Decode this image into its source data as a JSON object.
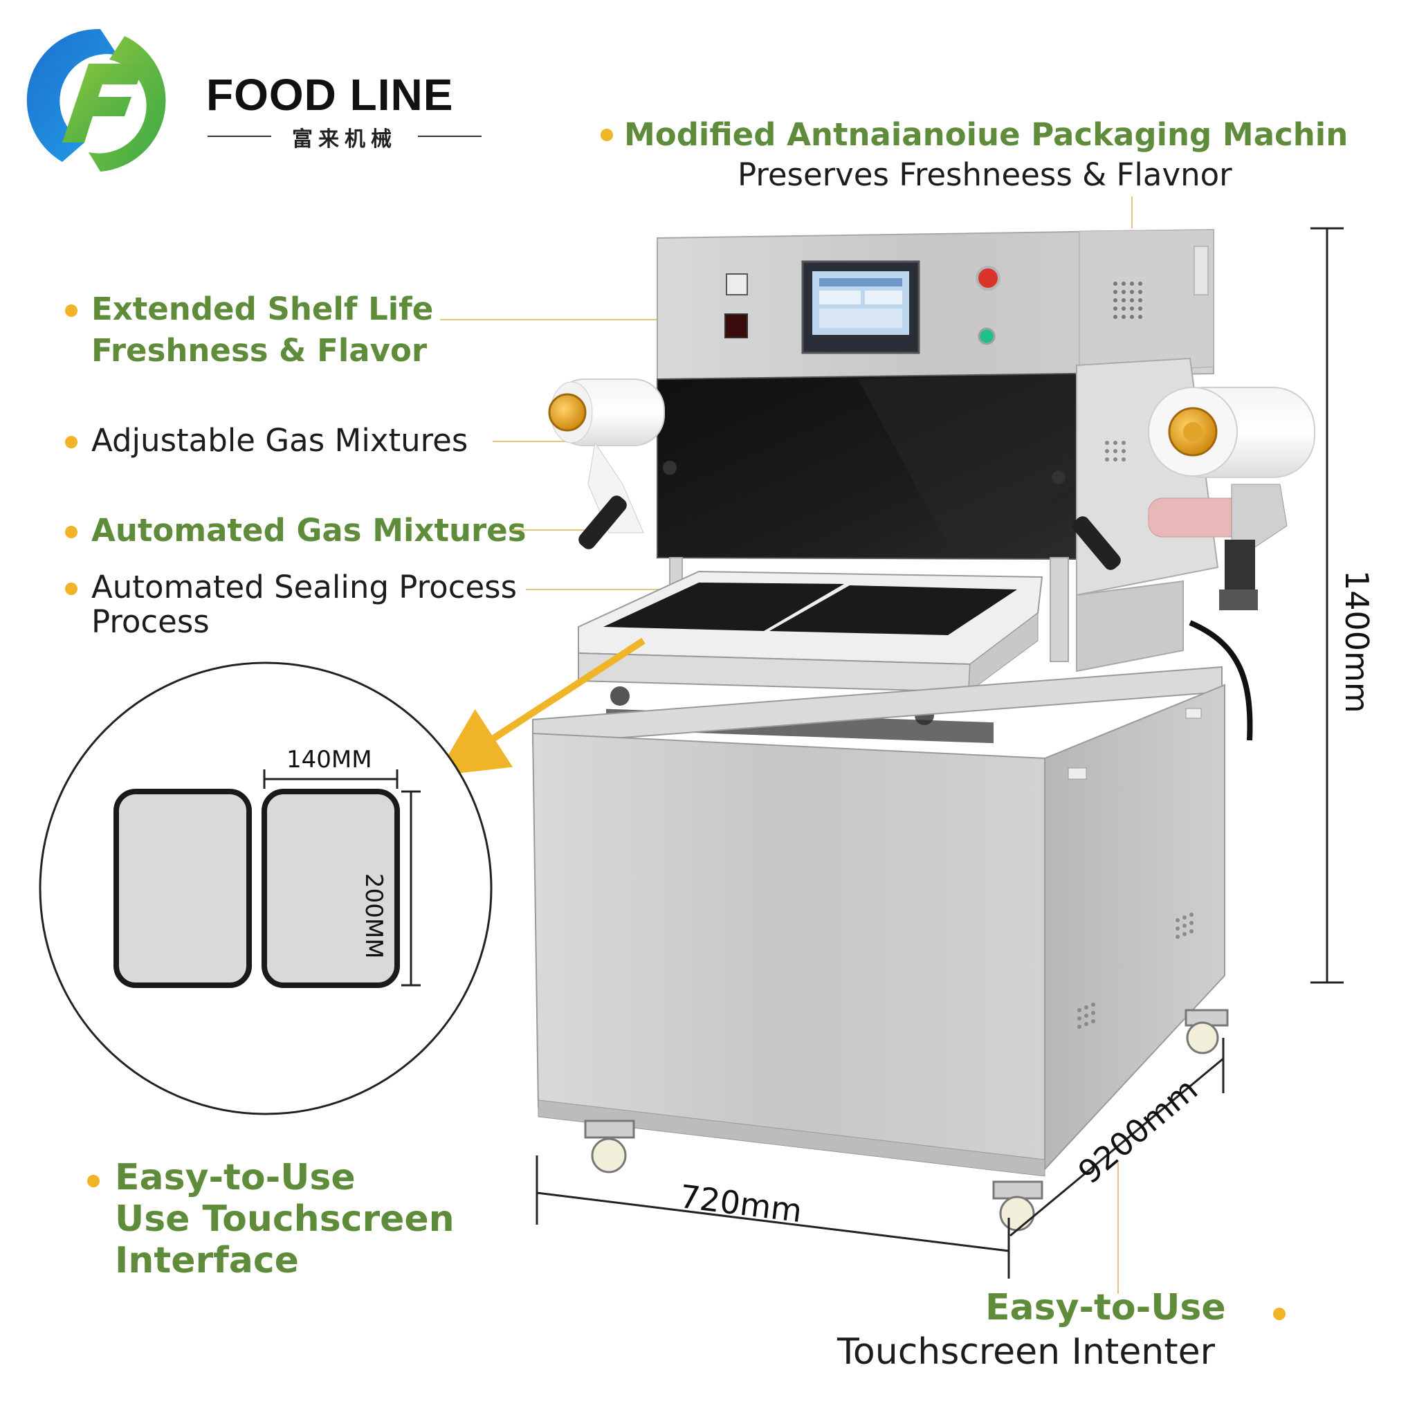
{
  "brand": {
    "name": "FOOD LINE",
    "chinese_name": "富来机械",
    "colors": {
      "blue": "#1e7fd6",
      "green": "#54b948"
    }
  },
  "features": {
    "top_title": "Modified Antnaianoiue Packaging Machin",
    "top_subtitle": "Preserves Freshneess & Flavnor",
    "shelf_life_line1": "Extended Shelf Life",
    "shelf_life_line2": "Freshness & Flavor",
    "adjustable_gas": "Adjustable Gas Mixtures",
    "automated_gas": "Automated Gas Mixtures",
    "sealing_line1": "Automated Sealing Process",
    "sealing_line2": "Process",
    "easy_left_line1": "Easy-to-Use",
    "easy_left_line2": "Use Touchscreen",
    "easy_left_line3": "Interface",
    "easy_right_title": "Easy-to-Use",
    "easy_right_subtitle": "Touchscreen Intenter"
  },
  "dimensions": {
    "height": "1400mm",
    "width": "720mm",
    "depth": "9200mm",
    "tray_width": "140MM",
    "tray_height": "200MM"
  },
  "colors": {
    "feature_green": "#5e8c3a",
    "bullet_yellow": "#f0b429",
    "leader_line": "#e6c77a",
    "stainless": "#c9c9c9"
  }
}
